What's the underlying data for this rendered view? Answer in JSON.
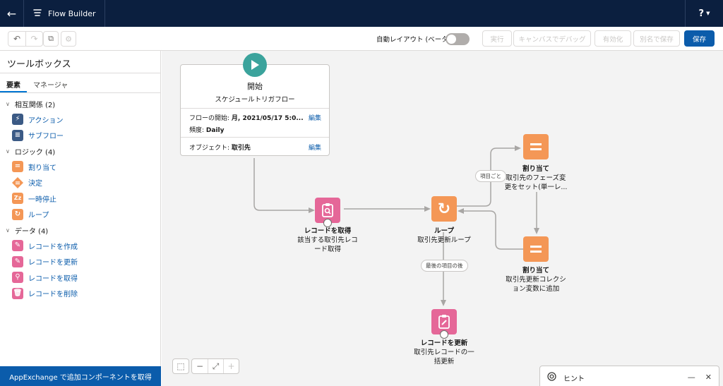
{
  "header": {
    "back_icon": "back-arrow-icon",
    "app_icon": "flow-icon",
    "app_title": "Flow Builder",
    "help_label": "?",
    "help_icon": "help-icon"
  },
  "toolbar": {
    "undo_icon": "undo-icon",
    "redo_icon": "redo-icon",
    "copy_icon": "copy-icon",
    "settings_icon": "gear-icon",
    "auto_layout_label": "自動レイアウト (ベータ)",
    "auto_layout_on": false,
    "run_label": "実行",
    "debug_label": "キャンバスでデバッグ",
    "activate_label": "有効化",
    "save_as_label": "別名で保存",
    "save_label": "保存"
  },
  "sidebar": {
    "title": "ツールボックス",
    "tabs": [
      "要素",
      "マネージャ"
    ],
    "active_tab": "要素",
    "sections": [
      {
        "label": "相互関係 (2)",
        "items": [
          {
            "label": "アクション",
            "icon": "lightning-icon",
            "color": "#3b5a85"
          },
          {
            "label": "サブフロー",
            "icon": "subflow-icon",
            "color": "#3b5a85"
          }
        ]
      },
      {
        "label": "ロジック (4)",
        "items": [
          {
            "label": "割り当て",
            "icon": "assignment-icon",
            "color": "#f49756"
          },
          {
            "label": "決定",
            "icon": "decision-icon",
            "color": "#f49756"
          },
          {
            "label": "一時停止",
            "icon": "pause-icon",
            "color": "#f49756"
          },
          {
            "label": "ループ",
            "icon": "loop-icon",
            "color": "#f49756"
          }
        ]
      },
      {
        "label": "データ (4)",
        "items": [
          {
            "label": "レコードを作成",
            "icon": "record-create-icon",
            "color": "#e56798"
          },
          {
            "label": "レコードを更新",
            "icon": "record-update-icon",
            "color": "#e56798"
          },
          {
            "label": "レコードを取得",
            "icon": "record-lookup-icon",
            "color": "#e56798"
          },
          {
            "label": "レコードを削除",
            "icon": "record-delete-icon",
            "color": "#e56798"
          }
        ]
      }
    ],
    "footer_label": "AppExchange で追加コンポーネントを取得"
  },
  "canvas": {
    "start": {
      "title": "開始",
      "subtitle": "スケジュールトリガフロー",
      "row1_label": "フローの開始: ",
      "row1_value": "月, 2021/05/17 5:0...",
      "row2_label": "頻度: ",
      "row2_value": "Daily",
      "row3_label": "オブジェクト: ",
      "row3_value": "取引先",
      "edit_label": "編集"
    },
    "get_records": {
      "type": "レコードを取得",
      "line1": "該当する取引先レコ",
      "line2": "ード取得"
    },
    "loop": {
      "type": "ループ",
      "line1": "取引先更新ループ"
    },
    "assign1": {
      "type": "割り当て",
      "line1": "取引先のフェーズ変",
      "line2": "更をセット(単一レ..."
    },
    "assign2": {
      "type": "割り当て",
      "line1": "取引先更新コレクシ",
      "line2": "ョン変数に追加"
    },
    "update_records": {
      "type": "レコードを更新",
      "line1": "取引先レコードの一",
      "line2": "括更新"
    },
    "pill_each": "項目ごと",
    "pill_after_last": "最後の項目の後",
    "hint_label": "ヒント"
  },
  "colors": {
    "header_bg": "#0b1f3f",
    "brand_blue": "#0b5cab",
    "start_teal": "#3ba39c",
    "logic_orange": "#f49756",
    "data_pink": "#e56798",
    "interaction_navy": "#3b5a85"
  }
}
